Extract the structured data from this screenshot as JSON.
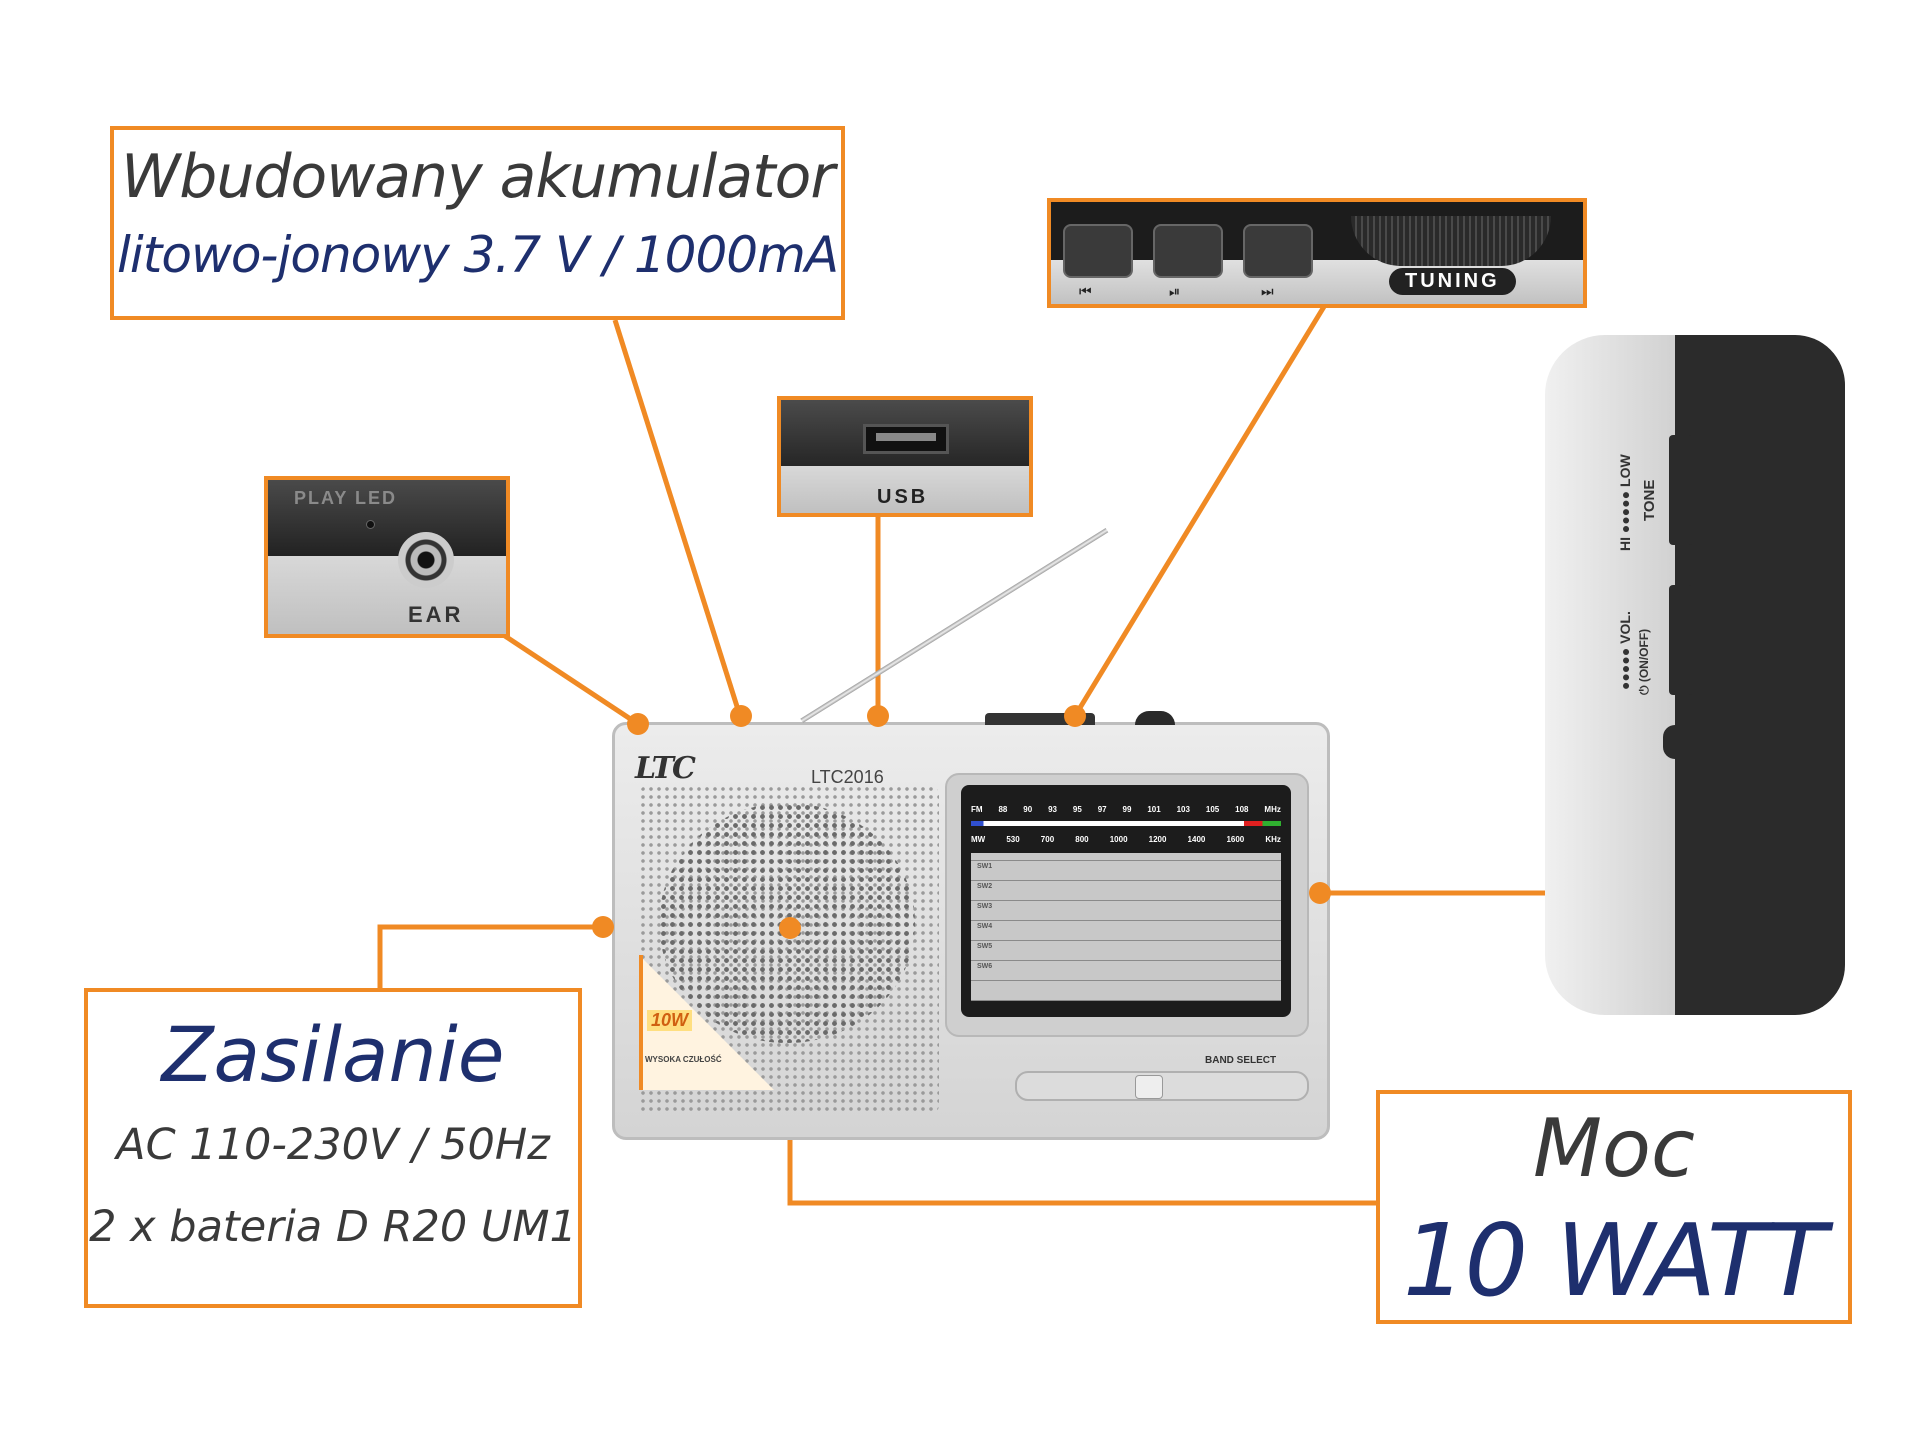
{
  "battery": {
    "line1": "Wbudowany akumulator",
    "line2": "litowo-jonowy 3.7 V / 1000mA"
  },
  "power": {
    "title": "Zasilanie",
    "line1": "AC 110-230V / 50Hz",
    "line2": "2 x bateria D R20 UM1"
  },
  "output": {
    "title": "Moc",
    "value": "10 WATT"
  },
  "ear_panel": {
    "led_label": "PLAY LED",
    "jack_label": "EAR"
  },
  "usb_panel": {
    "label": "USB"
  },
  "tuning_panel": {
    "label": "TUNING",
    "icons": [
      "previous-track-icon",
      "play-pause-icon",
      "next-track-icon"
    ]
  },
  "side_panel": {
    "tone_low": "LOW",
    "tone_hi": "HI",
    "tone": "TONE",
    "vol": "VOL.",
    "onoff": "(ON/OFF)"
  },
  "radio": {
    "brand": "LTC",
    "model": "LTC2016",
    "badge_power": "10W",
    "badge_text": "WYSOKA CZUŁOŚĆ",
    "band_select": "BAND SELECT",
    "fm_row": [
      "FM",
      "88",
      "90",
      "93",
      "95",
      "97",
      "99",
      "101",
      "103",
      "105",
      "108",
      "MHz"
    ],
    "mw_row": [
      "MW",
      "530",
      "700",
      "800",
      "1000",
      "1200",
      "1400",
      "1600",
      "KHz"
    ],
    "sw_rows": [
      "SW1",
      "SW2",
      "SW3",
      "SW4",
      "SW5",
      "SW6"
    ]
  },
  "colors": {
    "accent": "#f08a24",
    "navy": "#1e2f6e",
    "text_dark": "#3a3a3a"
  }
}
